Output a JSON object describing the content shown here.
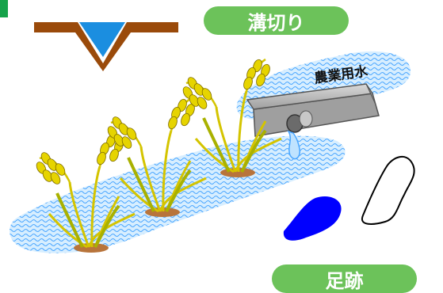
{
  "labels": {
    "trench": "溝切り",
    "footprint": "足跡",
    "water": "農業用水"
  },
  "colors": {
    "accent_green": "#6cc25a",
    "left_tab_green": "#16a34a",
    "soil_brown": "#9a4a0a",
    "water_blue": "#1b8ee0",
    "footprint_blue": "#0000ff",
    "water_pattern": "#68b8ff",
    "pipe_gray": "#a9a9a9"
  },
  "icons": [
    "trench-cross-section-icon",
    "rice-plant-icon",
    "water-pipe-icon",
    "footprint-icon"
  ]
}
